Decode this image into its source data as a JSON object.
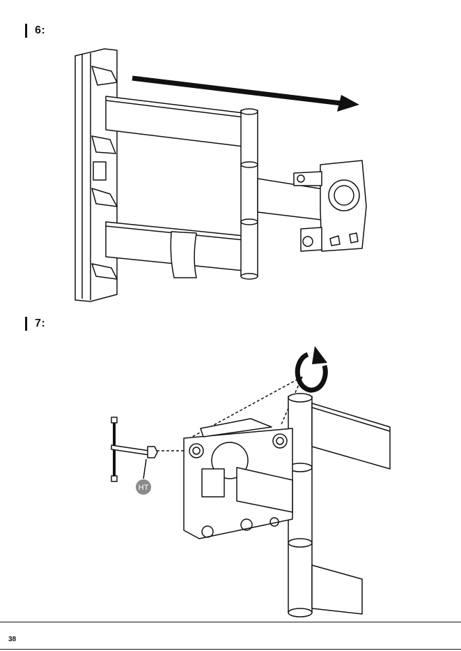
{
  "steps": [
    {
      "label": "6:"
    },
    {
      "label": "7:"
    }
  ],
  "tool": {
    "label": "HT"
  },
  "footer": {
    "page_number": "38"
  },
  "colors": {
    "ink": "#111111",
    "tool_badge": "#8a8a8a"
  }
}
